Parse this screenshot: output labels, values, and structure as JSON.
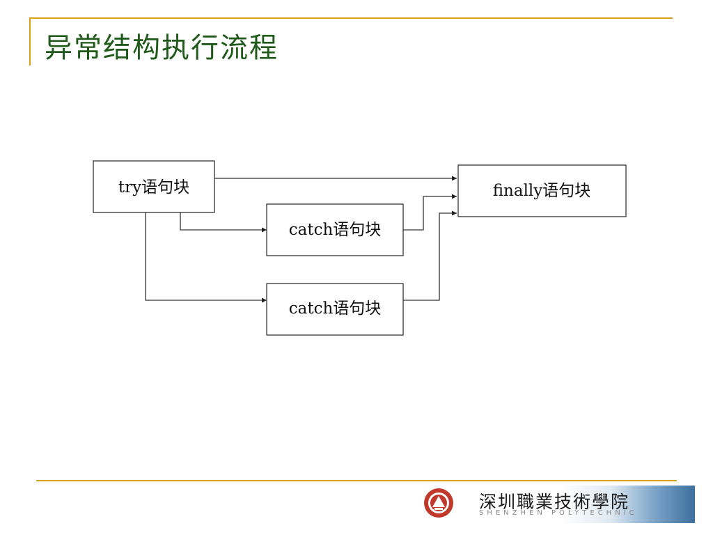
{
  "slide": {
    "title": "异常结构执行流程"
  },
  "diagram": {
    "nodes": {
      "try": "try语句块",
      "catch1": "catch语句块",
      "catch2": "catch语句块",
      "finally": "finally语句块"
    },
    "edges": [
      {
        "from": "try",
        "to": "finally"
      },
      {
        "from": "try",
        "to": "catch1"
      },
      {
        "from": "try",
        "to": "catch2"
      },
      {
        "from": "catch1",
        "to": "finally"
      },
      {
        "from": "catch2",
        "to": "finally"
      }
    ]
  },
  "footer": {
    "school_name": "深圳職業技術學院",
    "school_name_en": "SHENZHEN POLYTECHNIC",
    "colors": {
      "accent_rule": "#d9a21b",
      "emblem_red": "#c0392b",
      "title_green": "#1f5a1a"
    }
  }
}
